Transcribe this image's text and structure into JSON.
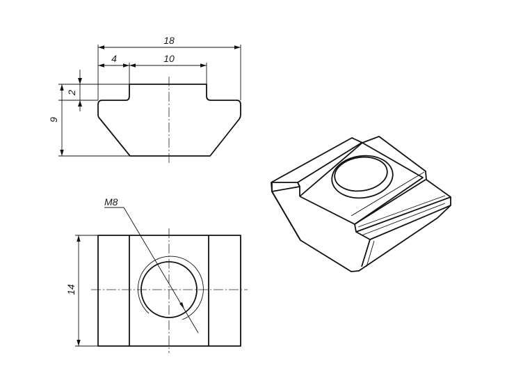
{
  "dimensions": {
    "overall_width": "18",
    "flange": "4",
    "top_width": "10",
    "step_height": "2",
    "total_height": "9",
    "length": "14",
    "thread": "M8"
  }
}
